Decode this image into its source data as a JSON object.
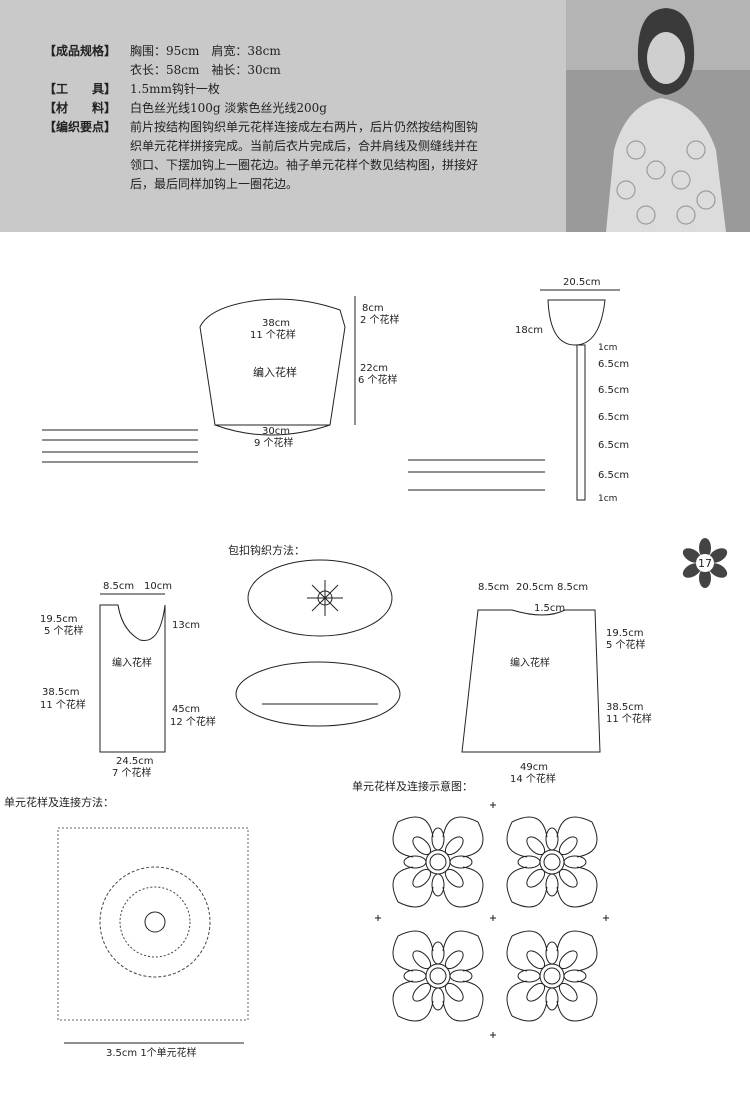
{
  "info": [
    {
      "label": "【成品规格】",
      "lines": [
        "胸围：95cm　肩宽：38cm",
        "衣长：58cm　袖长：30cm"
      ]
    },
    {
      "label": "【工　　具】",
      "lines": [
        "1.5mm钩针一枚"
      ]
    },
    {
      "label": "【材　　料】",
      "lines": [
        "白色丝光线100g  淡紫色丝光线200g"
      ]
    },
    {
      "label": "【编织要点】",
      "lines": [
        "前片按结构图钩织单元花样连接成左右两片，后片仍然按结构图钩",
        "织单元花样拼接完成。当前后衣片完成后，合并肩线及侧缝线并在",
        "领口、下摆加钩上一圈花边。袖子单元花样个数见结构图，拼接好",
        "后，最后同样加钩上一圈花边。"
      ]
    }
  ],
  "page_number": "17",
  "sleeve": {
    "top_cm": "8cm",
    "top_motifs": "2 个花样",
    "width_cm": "38cm",
    "width_motifs": "11 个花样",
    "height_cm": "22cm",
    "height_motifs": "6 个花样",
    "pattern": "编入花样",
    "cuff_cm": "30cm",
    "cuff_motifs": "9 个花样"
  },
  "collar": {
    "top": "20.5cm",
    "side": "18cm",
    "seg0": "1cm",
    "seg1": "6.5cm",
    "seg2": "6.5cm",
    "seg3": "6.5cm",
    "seg4": "6.5cm",
    "seg5": "6.5cm",
    "seg6": "1cm"
  },
  "button_title": "包扣钩织方法：",
  "front": {
    "w1": "8.5cm",
    "w2": "10cm",
    "shoulder_cm": "19.5cm",
    "shoulder_motifs": "5 个花样",
    "neck_cm": "13cm",
    "body_cm": "38.5cm",
    "body_motifs": "11 个花样",
    "front_cm": "45cm",
    "front_motifs": "12 个花样",
    "pattern": "编入花样",
    "bottom_cm": "24.5cm",
    "bottom_motifs": "7 个花样"
  },
  "back": {
    "w1": "8.5cm",
    "w2": "20.5cm",
    "w3": "8.5cm",
    "neck": "1.5cm",
    "shoulder_cm": "19.5cm",
    "shoulder_motifs": "5 个花样",
    "body_cm": "38.5cm",
    "body_motifs": "11 个花样",
    "pattern": "编入花样",
    "bottom_cm": "49cm",
    "bottom_motifs": "14 个花样"
  },
  "motif_title": "单元花样及连接方法：",
  "motif_size": "3.5cm  1个单元花样",
  "connect_title": "单元花样及连接示意图："
}
